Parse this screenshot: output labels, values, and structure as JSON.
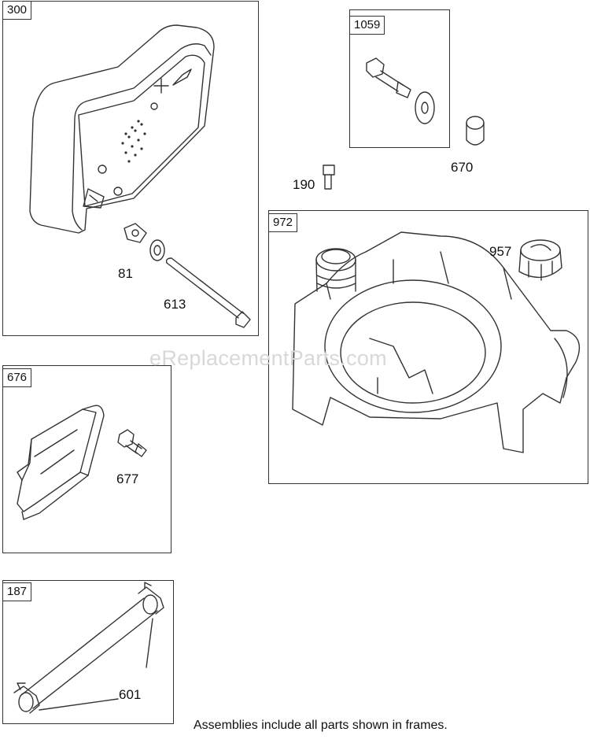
{
  "frames": {
    "f300": "300",
    "f1059": "1059",
    "f972": "972",
    "f676": "676",
    "f187": "187"
  },
  "callouts": {
    "c81": "81",
    "c613": "613",
    "c190": "190",
    "c670": "670",
    "c957": "957",
    "c677": "677",
    "c601": "601"
  },
  "watermark": "eReplacementParts.com",
  "footnote": "Assemblies include all parts shown in frames."
}
